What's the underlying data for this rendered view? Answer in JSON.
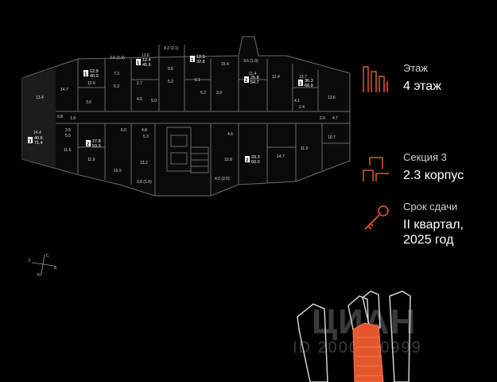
{
  "floor": {
    "label": "Этаж",
    "value": "4 этаж"
  },
  "section": {
    "label": "Секция 3",
    "value": "2.3 корпус"
  },
  "delivery": {
    "label": "Срок сдачи",
    "value_line1": "II квартал,",
    "value_line2": "2025 год"
  },
  "accent_color": "#e4572e",
  "watermark": {
    "brand": "ЦИАН",
    "id_text": "ID 2000730999"
  },
  "compass": {
    "s": "С",
    "v": "В",
    "z": "З",
    "yu": "Ю"
  },
  "units": [
    {
      "rooms": "1",
      "area_living": "12.9",
      "area_total": "40.0"
    },
    {
      "rooms": "1",
      "area_living": "12.4",
      "area_total": "45.6"
    },
    {
      "rooms": "1",
      "area_living": "12.9",
      "area_total": "32.8"
    },
    {
      "rooms": "2",
      "area_living": "26.8",
      "area_total": "54.7"
    },
    {
      "rooms": "3",
      "area_living": "36.3",
      "area_total": "68.9"
    },
    {
      "rooms": "3",
      "area_living": "40.6",
      "area_total": "71.4"
    },
    {
      "rooms": "2",
      "area_living": "27.8",
      "area_total": "59.9"
    },
    {
      "rooms": "2",
      "area_living": "29.3",
      "area_total": "60.0"
    }
  ],
  "room_labels": [
    "13.4",
    "14.7",
    "12.9",
    "7.3",
    "12.6",
    "9.6",
    "5.2",
    "4.2 (2.1)",
    "15.4",
    "3.6 (1.9)",
    "3.6 (1.9)",
    "12.4",
    "11.4",
    "13.7",
    "13.6",
    "14.4",
    "11.6",
    "11.9",
    "13.2",
    "10.8",
    "14.7",
    "10.7",
    "11.9",
    "15.5",
    "3.8 (1.9)",
    "4.0 (2.0)",
    "6.3",
    "2.7",
    "6.1",
    "5.2",
    "4.5",
    "3.9",
    "4.1",
    "3.5",
    "5.3",
    "3.6",
    "2.4",
    "2.0",
    "4.7",
    "6.8",
    "1.9",
    "5.5",
    "6.0",
    "4.8",
    "5.0",
    "4.6"
  ]
}
